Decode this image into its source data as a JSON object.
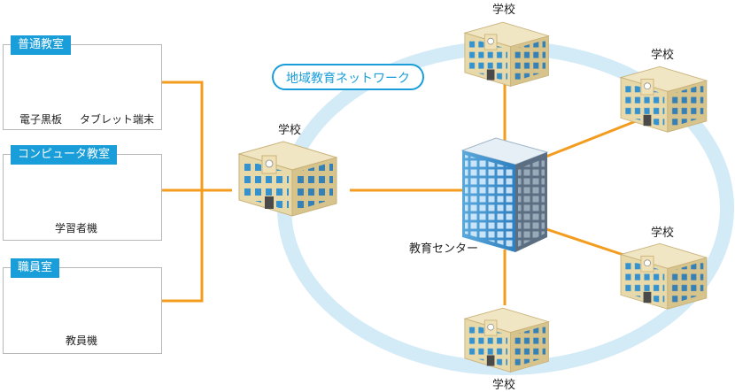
{
  "network_label": "地域教育ネットワーク",
  "center_label": "教育センター",
  "school_label": "学校",
  "rooms": [
    {
      "title": "普通教室",
      "devices": [
        "電子黒板",
        "タブレット端末"
      ]
    },
    {
      "title": "コンピュータ教室",
      "devices": [
        "学習者機"
      ]
    },
    {
      "title": "職員室",
      "devices": [
        "教員機"
      ]
    }
  ],
  "colors": {
    "accent": "#1a9ed9",
    "link": "#f39c1e",
    "ring": "#d3eaf7",
    "building": "#e8d9ab",
    "window": "#2a8ed0"
  }
}
